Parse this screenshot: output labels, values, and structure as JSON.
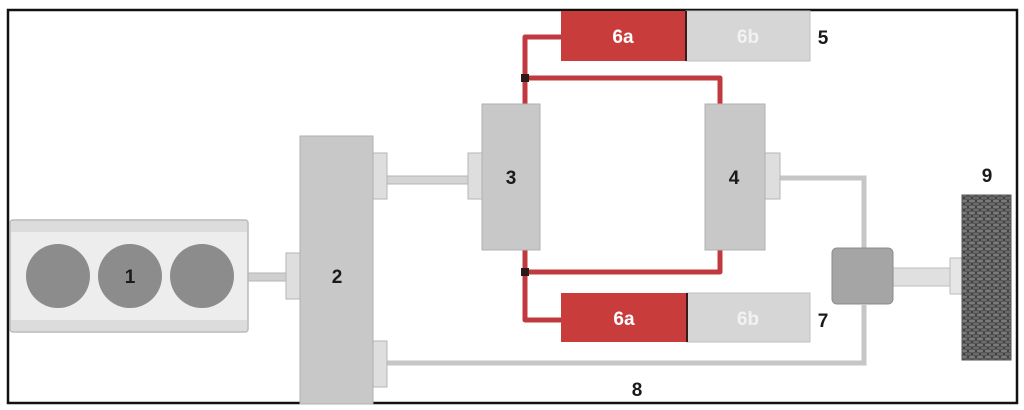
{
  "diagram": {
    "colors": {
      "hydraulic_line": "#c0393f",
      "accumulator_red": "#c83c3c",
      "accumulator_gray": "#d6d6d6",
      "component_gray": "#c8c8c8",
      "shaft_gray": "#cfcfcf",
      "cylinder_gray": "#8a8a8a",
      "wheel_dark": "#4a4a4a",
      "frame": "#111111"
    },
    "labels": {
      "engine": "1",
      "transmission": "2",
      "pump_motor_a": "3",
      "pump_motor_b": "4",
      "high_pressure_accumulator": "5",
      "accumulator_fluid_top": "6a",
      "accumulator_gas_top": "6b",
      "low_pressure_accumulator": "7",
      "accumulator_fluid_bottom": "6a",
      "accumulator_gas_bottom": "6b",
      "driveshaft": "8",
      "wheel": "9"
    }
  }
}
